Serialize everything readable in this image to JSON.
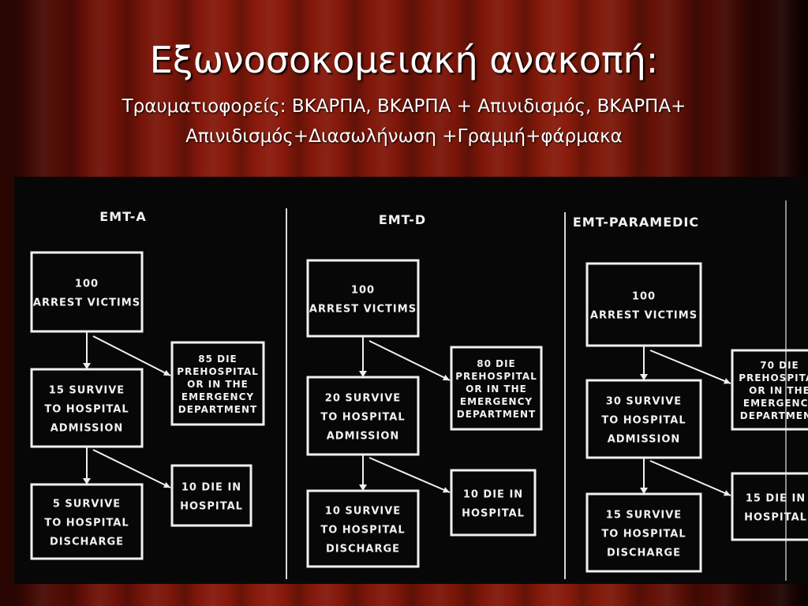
{
  "slide": {
    "title": "Εξωνοσοκομειακή ανακοπή:",
    "subtitle": "Τραυματιοφορείς: ΒΚΑΡΠΑ, ΒΚΑΡΠΑ + Απινιδισμός, ΒΚΑΡΠΑ+ Απινιδισμός+Διασωλήνωση +Γραμμή+φάρμακα"
  },
  "diagram": {
    "columns": [
      {
        "header": "EMT-A",
        "arrest": [
          "100",
          "ARREST VICTIMS"
        ],
        "admission": [
          "15 SURVIVE",
          "TO HOSPITAL",
          "ADMISSION"
        ],
        "discharge": [
          "5 SURVIVE",
          "TO HOSPITAL",
          "DISCHARGE"
        ],
        "die_prehospital": [
          "85 DIE",
          "PREHOSPITAL",
          "OR IN THE",
          "EMERGENCY",
          "DEPARTMENT"
        ],
        "die_hospital": [
          "10 DIE IN",
          "HOSPITAL"
        ]
      },
      {
        "header": "EMT-D",
        "arrest": [
          "100",
          "ARREST VICTIMS"
        ],
        "admission": [
          "20 SURVIVE",
          "TO HOSPITAL",
          "ADMISSION"
        ],
        "discharge": [
          "10 SURVIVE",
          "TO HOSPITAL",
          "DISCHARGE"
        ],
        "die_prehospital": [
          "80 DIE",
          "PREHOSPITAL",
          "OR IN THE",
          "EMERGENCY",
          "DEPARTMENT"
        ],
        "die_hospital": [
          "10 DIE IN",
          "HOSPITAL"
        ]
      },
      {
        "header": "EMT-PARAMEDIC",
        "arrest": [
          "100",
          "ARREST VICTIMS"
        ],
        "admission": [
          "30 SURVIVE",
          "TO HOSPITAL",
          "ADMISSION"
        ],
        "discharge": [
          "15 SURVIVE",
          "TO HOSPITAL",
          "DISCHARGE"
        ],
        "die_prehospital": [
          "70 DIE",
          "PREHOSPITAL",
          "OR IN THE",
          "EMERGENCY",
          "DEPARTMENT"
        ],
        "die_hospital": [
          "15 DIE IN",
          "HOSPITAL"
        ]
      }
    ]
  }
}
